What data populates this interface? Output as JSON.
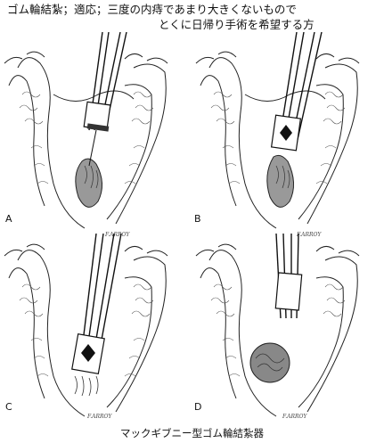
{
  "header": {
    "line1": "ゴム輪結紮；適応；三度の内痔であまり大きくないもので",
    "line2": "とくに日帰り手術を希望する方"
  },
  "panels": [
    {
      "label": "A",
      "signature": "F.ARROY"
    },
    {
      "label": "B",
      "signature": "F.ARROY"
    },
    {
      "label": "C",
      "signature": "F.ARROY"
    },
    {
      "label": "D",
      "signature": "F.ARROY"
    }
  ],
  "caption": "マックギブニー型ゴム輪結紮器"
}
